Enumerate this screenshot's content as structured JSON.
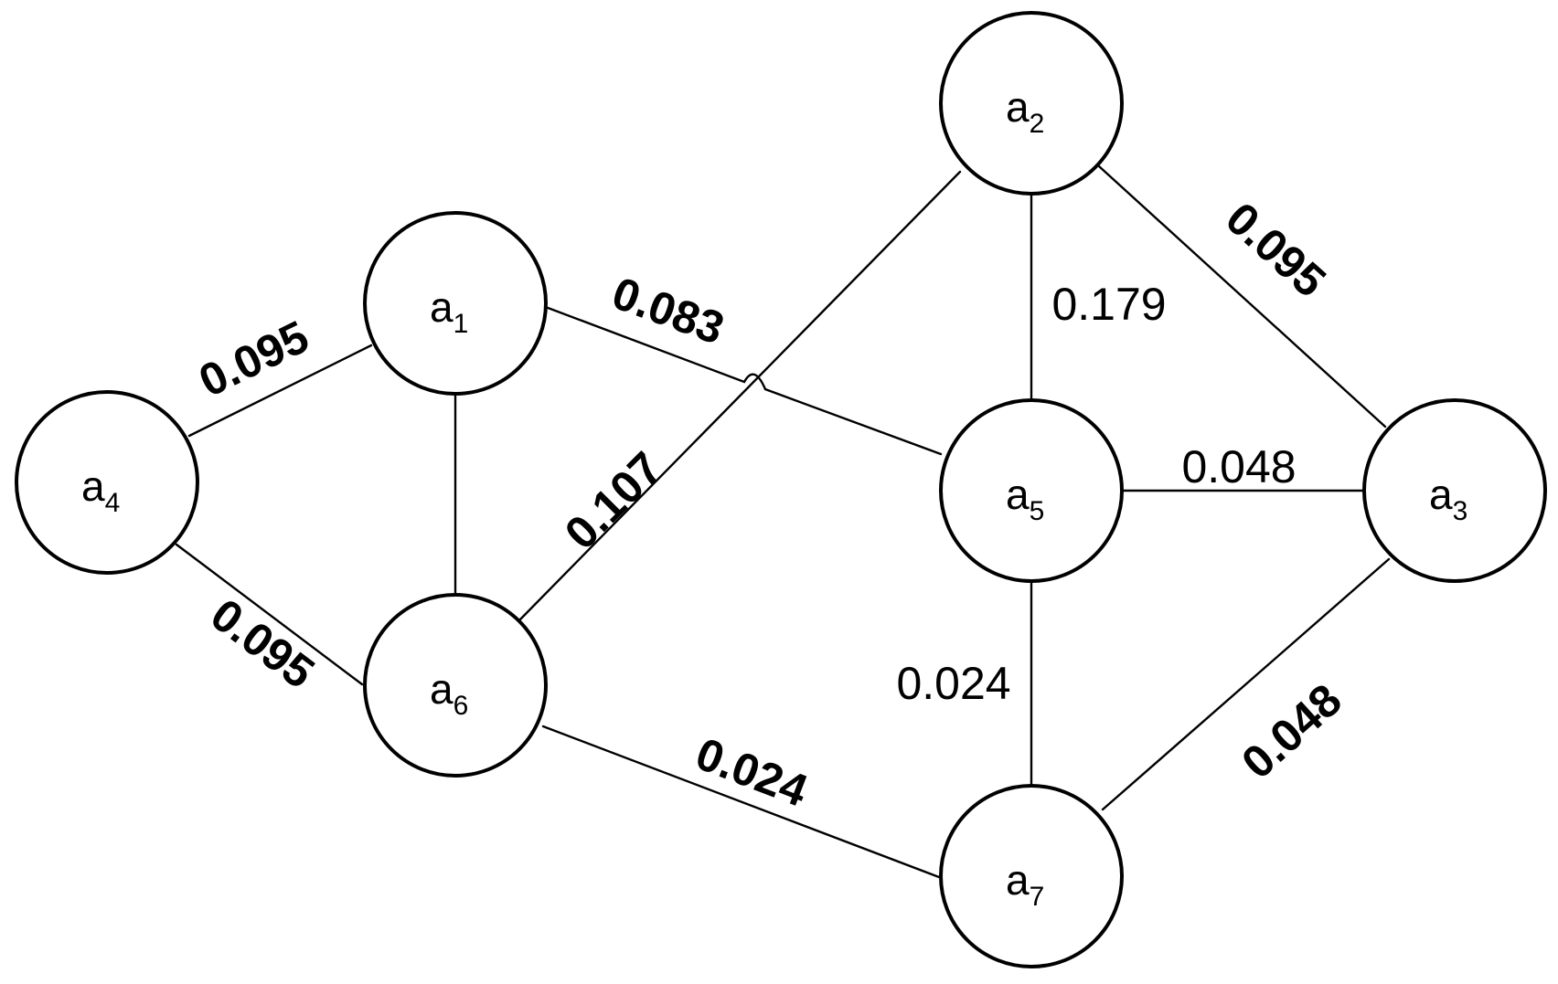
{
  "nodes": [
    {
      "id": "a1",
      "base": "a",
      "sub": "1"
    },
    {
      "id": "a2",
      "base": "a",
      "sub": "2"
    },
    {
      "id": "a3",
      "base": "a",
      "sub": "3"
    },
    {
      "id": "a4",
      "base": "a",
      "sub": "4"
    },
    {
      "id": "a5",
      "base": "a",
      "sub": "5"
    },
    {
      "id": "a6",
      "base": "a",
      "sub": "6"
    },
    {
      "id": "a7",
      "base": "a",
      "sub": "7"
    }
  ],
  "edges": [
    {
      "from": "a4",
      "to": "a1",
      "weight": "0.095"
    },
    {
      "from": "a4",
      "to": "a6",
      "weight": "0.095"
    },
    {
      "from": "a1",
      "to": "a6",
      "weight": ""
    },
    {
      "from": "a1",
      "to": "a5",
      "weight": "0.083"
    },
    {
      "from": "a6",
      "to": "a2",
      "weight": "0.107"
    },
    {
      "from": "a2",
      "to": "a5",
      "weight": "0.179"
    },
    {
      "from": "a2",
      "to": "a3",
      "weight": "0.095"
    },
    {
      "from": "a5",
      "to": "a3",
      "weight": "0.048"
    },
    {
      "from": "a5",
      "to": "a7",
      "weight": "0.024"
    },
    {
      "from": "a6",
      "to": "a7",
      "weight": "0.024"
    },
    {
      "from": "a7",
      "to": "a3",
      "weight": "0.048"
    }
  ]
}
